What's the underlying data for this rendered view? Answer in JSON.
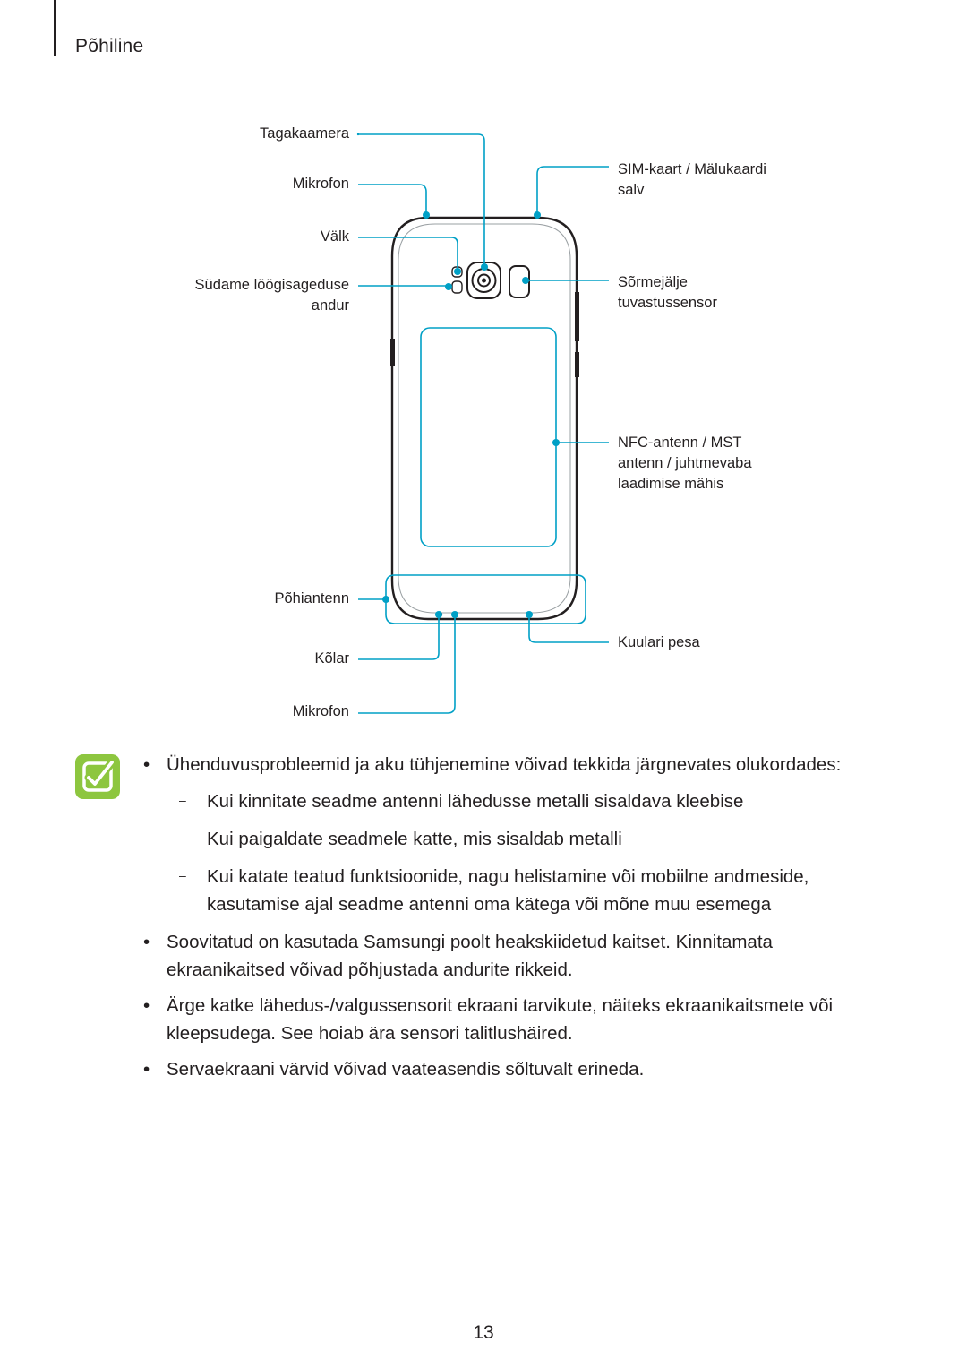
{
  "header": {
    "section_title": "Põhiline"
  },
  "diagram": {
    "left_labels": {
      "rear_camera": "Tagakaamera",
      "microphone_top": "Mikrofon",
      "flash": "Välk",
      "heart_rate_sensor_line1": "Südame löögisageduse",
      "heart_rate_sensor_line2": "andur",
      "main_antenna": "Põhiantenn",
      "speaker": "Kõlar",
      "microphone_bottom": "Mikrofon"
    },
    "right_labels": {
      "sim_tray_line1": "SIM-kaart / Mälukaardi",
      "sim_tray_line2": "salv",
      "fingerprint_line1": "Sõrmejälje",
      "fingerprint_line2": "tuvastussensor",
      "nfc_line1": "NFC-antenn / MST",
      "nfc_line2": "antenn / juhtmevaba",
      "nfc_line3": "laadimise mähis",
      "earphone_jack": "Kuulari pesa"
    },
    "accent_color": "#00a0c6"
  },
  "notes": {
    "icon": "check-note-icon",
    "icon_color": "#8dc63f",
    "bullet_symbol": "•",
    "dash_symbol": "–",
    "items": [
      "Ühenduvusprobleemid ja aku tühjenemine võivad tekkida järgnevates olukordades:",
      "Soovitatud on kasutada Samsungi poolt heakskiidetud kaitset. Kinnitamata ekraanikaitsed võivad põhjustada andurite rikkeid.",
      "Ärge katke lähedus-/valgussensorit ekraani tarvikute, näiteks ekraanikaitsmete või kleepsudega. See hoiab ära sensori talitlushäired.",
      "Servaekraani värvid võivad vaateasendis sõltuvalt erineda."
    ],
    "sub_items": [
      "Kui kinnitate seadme antenni lähedusse metalli sisaldava kleebise",
      "Kui paigaldate seadmele katte, mis sisaldab metalli",
      "Kui katate teatud funktsioonide, nagu helistamine või mobiilne andmeside, kasutamise ajal seadme antenni oma kätega või mõne muu esemega"
    ]
  },
  "footer": {
    "page_number": "13"
  }
}
